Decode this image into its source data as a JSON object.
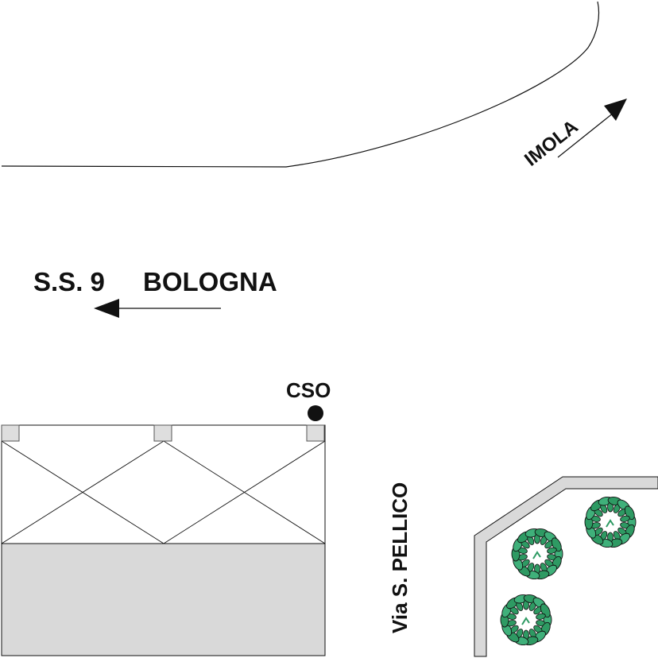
{
  "map": {
    "labels": {
      "imola": "IMOLA",
      "road_ss9": "S.S. 9",
      "bologna": "BOLOGNA",
      "cso": "CSO",
      "street": "Via S. PELLICO"
    },
    "colors": {
      "ink": "#111111",
      "building_fill": "#d9d9d9",
      "pillar_fill": "#dedede",
      "tree_leaf": "#2e9a63",
      "tree_leaf_light": "#3fb07a"
    },
    "icons": {
      "arrow_imola": "arrow-northeast-icon",
      "arrow_bologna": "arrow-left-icon",
      "cso_marker": "filled-circle-icon",
      "trees": "tree-icon"
    }
  }
}
